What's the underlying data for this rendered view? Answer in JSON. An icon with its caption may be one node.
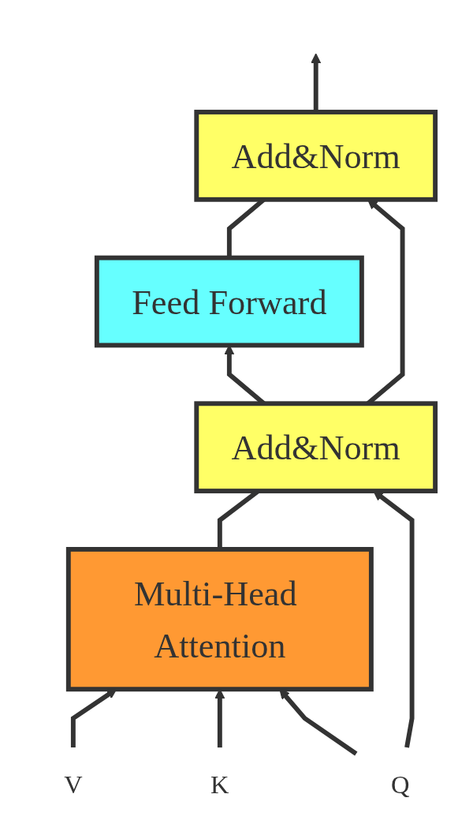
{
  "diagram": {
    "nodes": [
      {
        "text": [
          "Add&Norm"
        ]
      },
      {
        "text": [
          "Feed Forward"
        ]
      },
      {
        "text": [
          "Add&Norm"
        ]
      },
      {
        "text": [
          "Multi-Head Attention"
        ]
      },
      {
        "text": [
          "V"
        ]
      },
      {
        "text": [
          "K"
        ]
      },
      {
        "text": [
          "Q"
        ]
      }
    ],
    "edges": [
      {
        "from": 0,
        "to": null,
        "arrow": "to"
      },
      {
        "from": 1,
        "to": 0,
        "arrow": "none"
      },
      {
        "from": 2,
        "to": 1,
        "arrow": "to"
      },
      {
        "from": 2,
        "to": 0,
        "arrow": "to"
      },
      {
        "from": 3,
        "to": 2,
        "arrow": "none"
      },
      {
        "from": 4,
        "to": 3,
        "arrow": "to"
      },
      {
        "from": 5,
        "to": 3,
        "arrow": "to"
      },
      {
        "from": 6,
        "to": 3,
        "arrow": "to"
      },
      {
        "from": 6,
        "to": 2,
        "arrow": "to"
      }
    ]
  }
}
